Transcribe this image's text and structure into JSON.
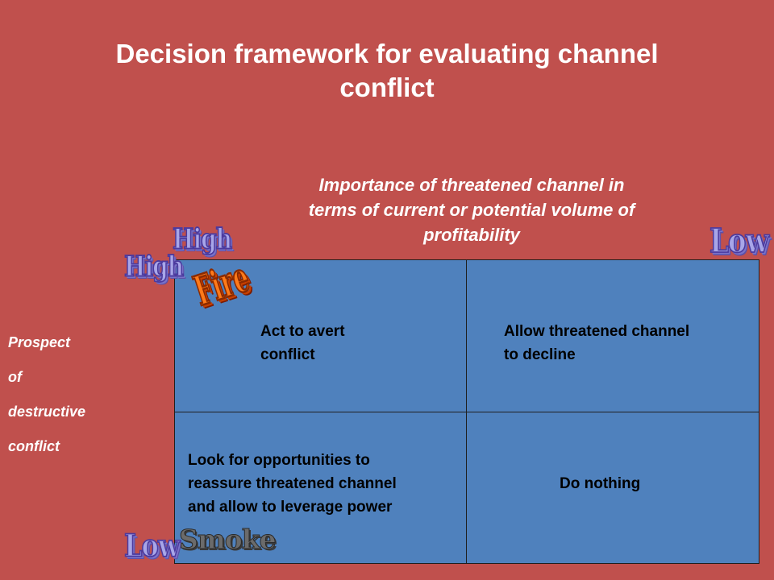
{
  "slide": {
    "title_line1": "Decision framework for evaluating channel",
    "title_line2": "conflict"
  },
  "column_axis": {
    "line1": "Importance of threatened channel in",
    "line2": "terms of current or potential volume of",
    "line3": "profitability",
    "high_label": "High",
    "low_label": "Low"
  },
  "row_axis": {
    "words": [
      "Prospect",
      "of",
      "destructive",
      "conflict"
    ],
    "high_label": "High",
    "low_label": "Low"
  },
  "cells": {
    "top_left_line1": "Act to avert",
    "top_left_line2": "conflict",
    "top_right_line1": "Allow threatened channel",
    "top_right_line2": "to decline",
    "bottom_left_line1": "Look for opportunities to",
    "bottom_left_line2": "reassure threatened channel",
    "bottom_left_line3": "and allow to leverage power",
    "bottom_right": "Do nothing"
  },
  "decorations": {
    "fire": "Fire",
    "smoke": "Smoke"
  }
}
